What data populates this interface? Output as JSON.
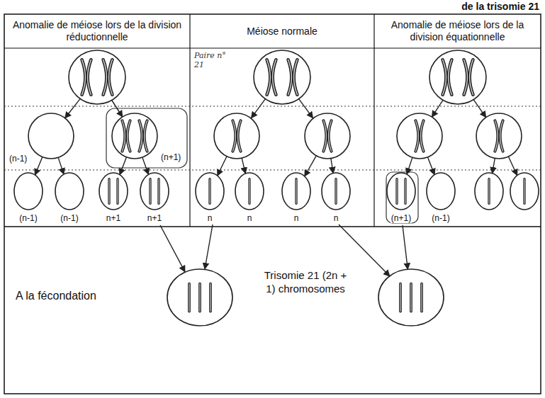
{
  "diagram": {
    "title": "de la trisomie 21",
    "nodes": [
      {
        "text": [
          "Anomalie de méiose lors de la division réductionnelle"
        ]
      },
      {
        "text": [
          "Méiose normale"
        ]
      },
      {
        "text": [
          "Anomalie de méiose lors de la division équationnelle"
        ]
      },
      {
        "text": [
          "(n-1)"
        ]
      },
      {
        "text": [
          "(n+1)"
        ]
      },
      {
        "text": [
          "(n-1)"
        ]
      },
      {
        "text": [
          "(n-1)"
        ]
      },
      {
        "text": [
          "n+1"
        ]
      },
      {
        "text": [
          "n+1"
        ]
      },
      {
        "text": [
          "n"
        ]
      },
      {
        "text": [
          "n"
        ]
      },
      {
        "text": [
          "n"
        ]
      },
      {
        "text": [
          "n"
        ]
      },
      {
        "text": [
          "(n+1)"
        ]
      },
      {
        "text": [
          "(n-1)"
        ]
      },
      {
        "text": [
          "A la fécondation",
          "Trisomie 21 (2n + 1) chromosomes"
        ]
      }
    ],
    "edges": [
      {
        "from": 3,
        "to": 5,
        "arrow": "to"
      },
      {
        "from": 3,
        "to": 6,
        "arrow": "to"
      },
      {
        "from": 4,
        "to": 7,
        "arrow": "to"
      },
      {
        "from": 4,
        "to": 8,
        "arrow": "to"
      }
    ],
    "labels": [
      "Paire n° 21"
    ]
  }
}
